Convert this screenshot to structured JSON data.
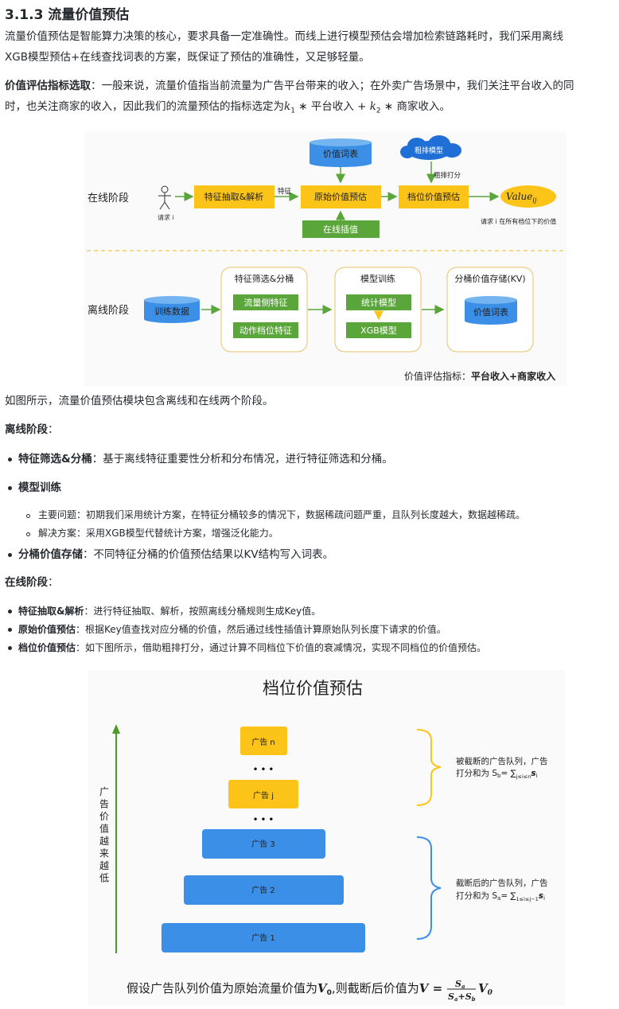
{
  "section_title": "3.1.3 流量价值预估",
  "intro_line1": "流量价值预估是智能算力决策的核心，要求具备一定准确性。而线上进行模型预估会增加检索链路耗时，我们采用离线",
  "intro_line2": "XGB模型预估+在线查找词表的方案，既保证了预估的准确性，又足够轻量。",
  "metric_label": "价值评估指标选取",
  "metric_line1": "：一般来说，流量价值指当前流量为广告平台带来的收入；在外卖广告场景中，我们关注平台收入的同",
  "metric_line2_pre": "时，也关注商家的收入，因此我们的流量预估的指标选定为",
  "metric_formula_k1": "k",
  "metric_formula_sub1": "1",
  "metric_formula_mid": " ∗ 平台收入 + ",
  "metric_formula_k2": "k",
  "metric_formula_sub2": "2",
  "metric_formula_end": " ∗ 商家收入。",
  "diagram1": {
    "online_stage": "在线阶段",
    "offline_stage": "离线阶段",
    "request": "请求 i",
    "feature_extract": "特征抽取&解析",
    "feature_edge": "特征",
    "raw_value": "原始价值预估",
    "value_dict_top": "价值词表",
    "online_interp": "在线插值",
    "coarse_model": "粗排模型",
    "coarse_score": "粗排打分",
    "tier_value": "档位价值预估",
    "value_output": "Value",
    "value_sub": "ij",
    "output_note": "请求 i 在所有档位下的价值",
    "train_data": "训练数据",
    "feat_select_title": "特征筛选&分桶",
    "traffic_feat": "流量侧特征",
    "action_feat": "动作档位特征",
    "model_train_title": "模型训练",
    "stat_model": "统计模型",
    "xgb_model": "XGB模型",
    "bucket_store_title": "分桶价值存储(KV)",
    "value_dict_bottom": "价值词表",
    "metric_caption_pre": "价值评估指标：",
    "metric_caption_bold": "平台收入+商家收入"
  },
  "para_fig": "如图所示，流量价值预估模块包含离线和在线两个阶段。",
  "offline_heading": "离线阶段",
  "colon": "：",
  "offline_items": [
    {
      "label": "特征筛选&分桶",
      "text": "：基于离线特征重要性分析和分布情况，进行特征筛选和分桶。"
    },
    {
      "label": "模型训练",
      "text": ""
    },
    {
      "label": "分桶价值存储",
      "text": "：不同特征分桶的价值预估结果以KV结构写入词表。"
    }
  ],
  "model_sub": [
    "主要问题：初期我们采用统计方案，在特征分桶较多的情况下，数据稀疏问题严重，且队列长度越大，数据越稀疏。",
    "解决方案：采用XGB模型代替统计方案，增强泛化能力。"
  ],
  "online_heading": "在线阶段",
  "online_items": [
    {
      "label": "特征抽取&解析",
      "text": "：进行特征抽取、解析，按照离线分桶规则生成Key值。"
    },
    {
      "label": "原始价值预估",
      "text": "：根据Key值查找对应分桶的价值，然后通过线性插值计算原始队列长度下请求的价值。"
    },
    {
      "label": "档位价值预估",
      "text": "：如下图所示，借助粗排打分，通过计算不同档位下价值的衰减情况，实现不同档位的价值预估。"
    }
  ],
  "diagram2": {
    "title": "档位价值预估",
    "axis_label": [
      "广",
      "告",
      "价",
      "值",
      "越",
      "来",
      "越",
      "低"
    ],
    "ad_n": "广告 n",
    "ad_j": "广告 j",
    "ad_3": "广告 3",
    "ad_2": "广告 2",
    "ad_1": "广告 1",
    "dots": "• • •",
    "cut_line1": "被截断的广告队列，广告",
    "cut_line2": "打分和为 S",
    "cut_sub": "b",
    "cut_sum": "= ∑",
    "cut_range": "j≤i≤n",
    "cut_s": "s",
    "cut_i": "i",
    "kept_line1": "截断后的广告队列，广告",
    "kept_line2": "打分和为 S",
    "kept_sub": "a",
    "kept_range": "1≤i≤j−1",
    "bottom_pre": "假设广告队列价值为原始流量价值为",
    "bottom_v0": "V",
    "bottom_v0_sub": "0",
    "bottom_mid": ",则截断后价值为",
    "bottom_v": "V = ",
    "frac_num": "S",
    "frac_num_sub": "a",
    "frac_den": "S",
    "frac_den_sub1": "a",
    "frac_den_plus": "+S",
    "frac_den_sub2": "b"
  },
  "colors": {
    "yellow": "#fcc419",
    "green": "#5aa63b",
    "blue": "#3b8fe6",
    "dashed": "#ecc94b",
    "axis_green": "#4c9a2a"
  }
}
